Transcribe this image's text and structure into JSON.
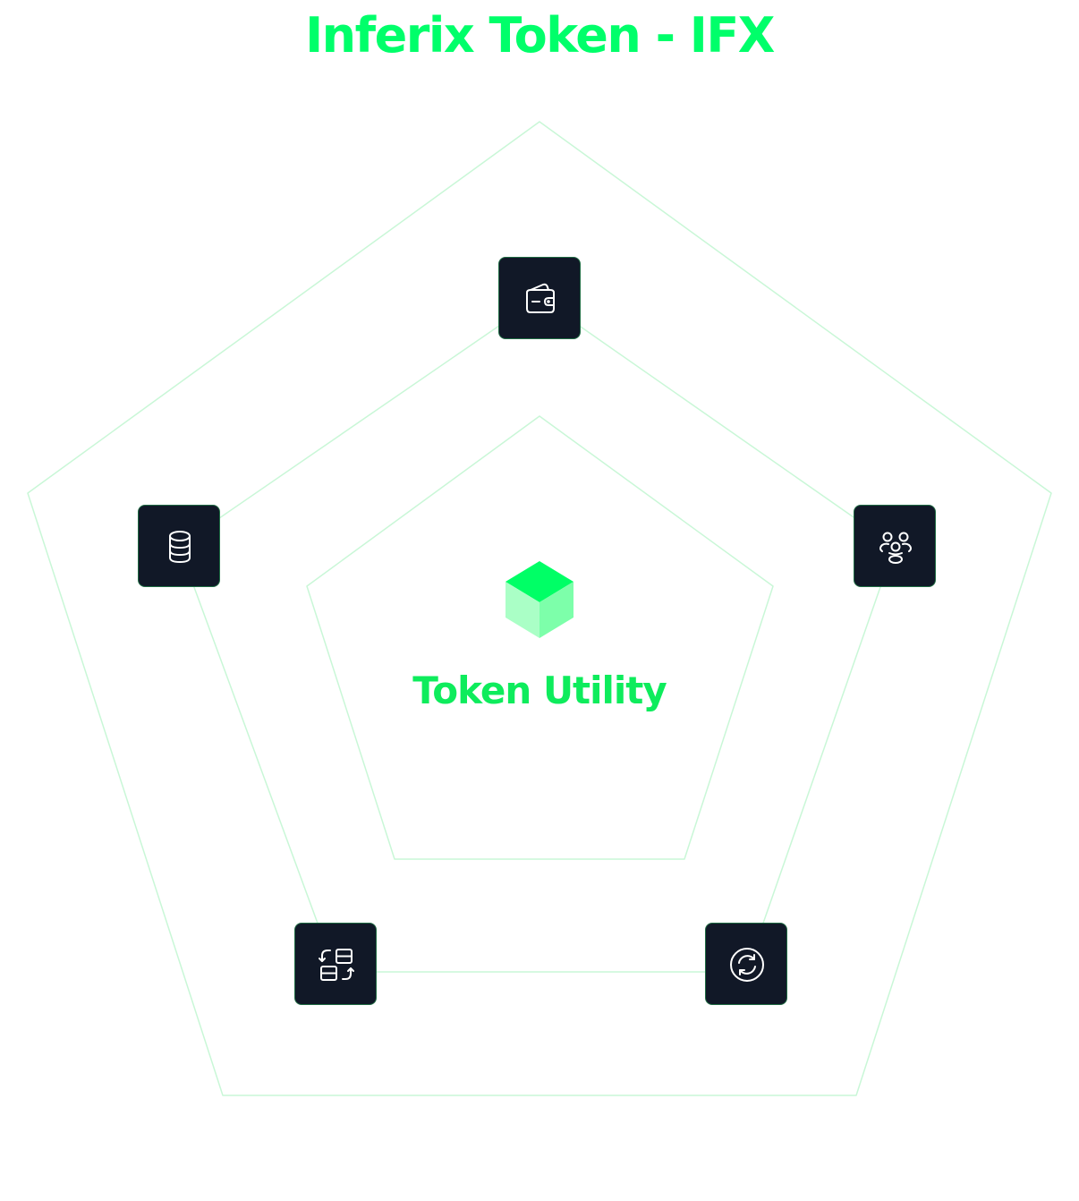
{
  "title": "Inferix Token - IFX",
  "center_label": "Token Utility",
  "colors": {
    "accent": "#00ff6a",
    "accent_text": "#0eec5c",
    "pentagon_stroke": "#c9f7d7",
    "node_bg": "#111827",
    "node_border": "#1f6b43",
    "cube_top": "#00ff66",
    "cube_left": "#aaffc6",
    "cube_right": "#7dffaa"
  },
  "nodes": [
    {
      "id": "top",
      "icon": "wallet-icon"
    },
    {
      "id": "right",
      "icon": "community-icon"
    },
    {
      "id": "bottom-right",
      "icon": "refresh-icon"
    },
    {
      "id": "bottom-left",
      "icon": "layout-swap-icon"
    },
    {
      "id": "left",
      "icon": "database-icon"
    }
  ]
}
